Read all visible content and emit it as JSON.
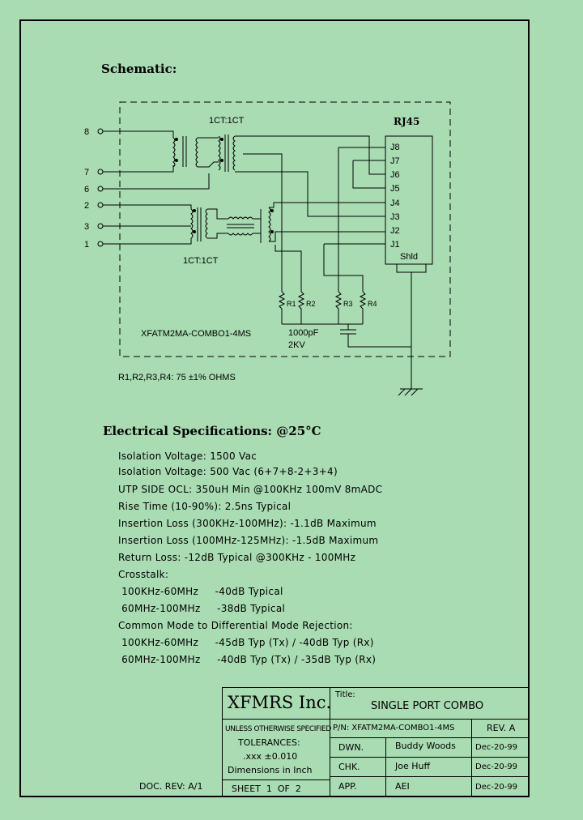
{
  "schematic": {
    "heading": "Schematic:",
    "rj45_label": "RJ45",
    "pins_left": [
      "8",
      "7",
      "6",
      "2",
      "3",
      "1"
    ],
    "ratio_top": "1CT:1CT",
    "ratio_bottom": "1CT:1CT",
    "rj45_pins": [
      "J8",
      "J7",
      "J6",
      "J5",
      "J4",
      "J3",
      "J2",
      "J1"
    ],
    "shield": "Shld",
    "resistors": [
      "R1",
      "R2",
      "R3",
      "R4"
    ],
    "part_name": "XFATM2MA-COMBO1-4MS",
    "cap_value": "1000pF",
    "cap_voltage": "2KV",
    "resistor_note": "R1,R2,R3,R4: 75 ±1% OHMS"
  },
  "electrical": {
    "heading": "Electrical  Specifications: @25°C",
    "lines": [
      "Isolation Voltage:  1500 Vac",
      "Isolation Voltage:  500 Vac (6+7+8-2+3+4)",
      "UTP SIDE OCL: 350uH Min @100KHz  100mV 8mADC",
      "Rise Time (10-90%): 2.5ns Typical",
      "Insertion Loss (300KHz-100MHz): -1.1dB Maximum",
      "Insertion Loss (100MHz-125MHz): -1.5dB Maximum",
      "Return Loss: -12dB Typical @300KHz - 100MHz",
      "Crosstalk:",
      " 100KHz-60MHz     -40dB Typical",
      " 60MHz-100MHz     -38dB Typical",
      "Common Mode to Differential Mode Rejection:",
      " 100KHz-60MHz     -45dB Typ (Tx) / -40dB Typ (Rx)",
      " 60MHz-100MHz     -40dB Typ (Tx) / -35dB Typ (Rx)"
    ]
  },
  "title_block": {
    "company": "XFMRS Inc.",
    "title_label": "Title:",
    "title": "SINGLE PORT COMBO",
    "unless": "UNLESS OTHERWISE SPECIFIED",
    "tolerances": "TOLERANCES:",
    "tol_value": ".xxx ±0.010",
    "dimensions": "Dimensions in Inch",
    "sheet": "SHEET  1  OF  2",
    "pn": "P/N: XFATM2MA-COMBO1-4MS",
    "rev": "REV. A",
    "dwn_label": "DWN.",
    "dwn_name": "Buddy Woods",
    "dwn_date": "Dec-20-99",
    "chk_label": "CHK.",
    "chk_name": "Joe Huff",
    "chk_date": "Dec-20-99",
    "app_label": "APP.",
    "app_name": "AEI",
    "app_date": "Dec-20-99",
    "doc_rev": "DOC. REV: A/1"
  }
}
